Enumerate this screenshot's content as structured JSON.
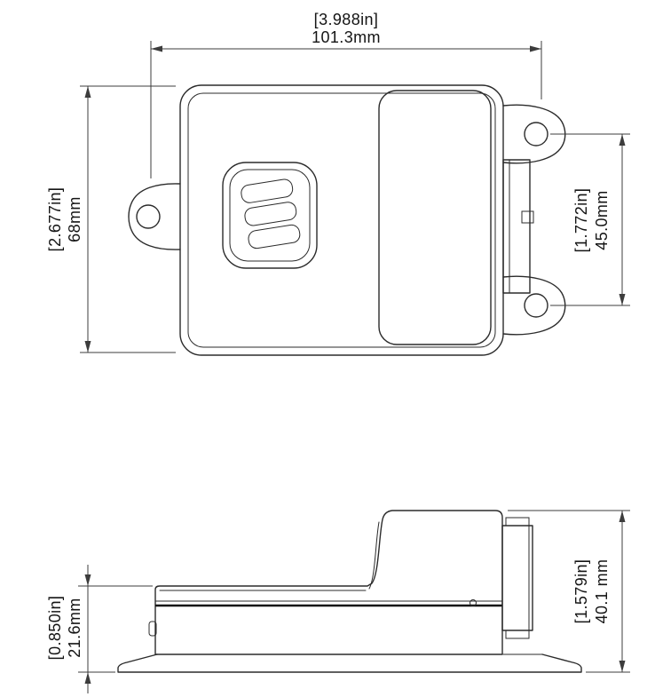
{
  "drawing": {
    "colors": {
      "background": "#ffffff",
      "part_line": "#2b2b2b",
      "dimension_line": "#3c3c3c",
      "text": "#141414"
    },
    "dims": {
      "width_in": "[3.988in]",
      "width_mm": "101.3mm",
      "height_in": "[2.677in]",
      "height_mm": "68mm",
      "hole_in": "[1.772in]",
      "hole_mm": "45.0mm",
      "base_in": "[0.850in]",
      "base_mm": "21.6mm",
      "total_in": "[1.579in]",
      "total_mm": "40.1 mm"
    }
  }
}
